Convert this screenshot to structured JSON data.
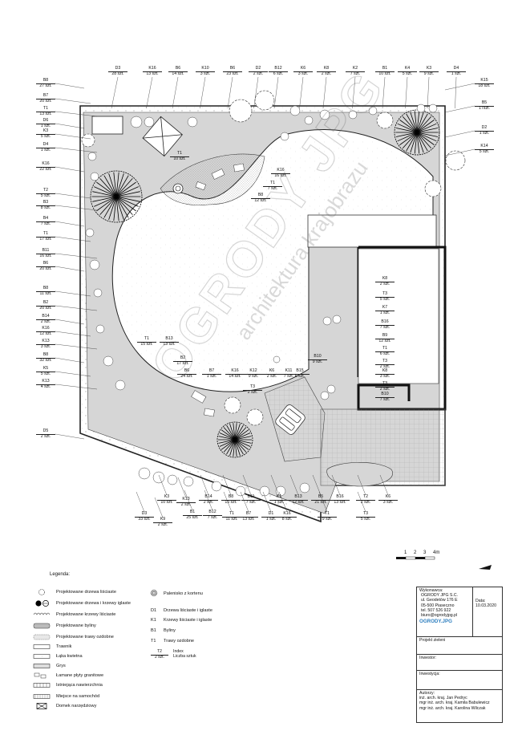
{
  "top_labels": [
    {
      "code": "D3",
      "count": "28 szt."
    },
    {
      "code": "K16",
      "count": "13 szt."
    },
    {
      "code": "B6",
      "count": "14 szt."
    },
    {
      "code": "K10",
      "count": "3 szt."
    },
    {
      "code": "B6",
      "count": "23 szt."
    },
    {
      "code": "D2",
      "count": "2 szt."
    },
    {
      "code": "B12",
      "count": "6 szt."
    },
    {
      "code": "K6",
      "count": "3 szt."
    },
    {
      "code": "K8",
      "count": "2 szt."
    },
    {
      "code": "K2",
      "count": "7 szt."
    },
    {
      "code": "B1",
      "count": "10 szt."
    },
    {
      "code": "K4",
      "count": "5 szt."
    },
    {
      "code": "K3",
      "count": "9 szt."
    },
    {
      "code": "D4",
      "count": "1 szt."
    }
  ],
  "left_labels": [
    {
      "code": "B8",
      "count": "27 szt."
    },
    {
      "code": "B7",
      "count": "20 szt."
    },
    {
      "code": "T1",
      "count": "13 szt."
    },
    {
      "code": "D6",
      "count": "1 szt."
    },
    {
      "code": "K3",
      "count": "5 szt."
    },
    {
      "code": "D4",
      "count": "1 szt."
    },
    {
      "code": "K16",
      "count": "22 szt."
    },
    {
      "code": "T2",
      "count": "5 szt."
    },
    {
      "code": "B3",
      "count": "8 szt."
    },
    {
      "code": "B4",
      "count": "7 szt."
    },
    {
      "code": "T1",
      "count": "17 szt."
    },
    {
      "code": "B11",
      "count": "16 szt."
    },
    {
      "code": "B6",
      "count": "20 szt."
    },
    {
      "code": "B8",
      "count": "11 szt."
    },
    {
      "code": "B2",
      "count": "20 szt."
    },
    {
      "code": "B14",
      "count": "2 szt."
    },
    {
      "code": "K16",
      "count": "12 szt."
    },
    {
      "code": "K13",
      "count": "3 szt."
    },
    {
      "code": "B8",
      "count": "32 szt."
    },
    {
      "code": "K5",
      "count": "5 szt."
    },
    {
      "code": "K13",
      "count": "4 szt."
    },
    {
      "code": "D5",
      "count": "2 szt."
    }
  ],
  "right_labels": [
    {
      "code": "K15",
      "count": "18 szt."
    },
    {
      "code": "B5",
      "count": "17szt."
    },
    {
      "code": "D2",
      "count": "1 szt."
    },
    {
      "code": "K14",
      "count": "5 szt."
    }
  ],
  "bottom_labels": [
    {
      "code": "D3",
      "count": "33 szt."
    },
    {
      "code": "K9",
      "count": "2 szt."
    },
    {
      "code": "K3",
      "count": "10 szt."
    },
    {
      "code": "K13",
      "count": "2 szt."
    },
    {
      "code": "B1",
      "count": "25 szt."
    },
    {
      "code": "B14",
      "count": "2 szt."
    },
    {
      "code": "B12",
      "count": "7 szt."
    },
    {
      "code": "T1",
      "count": "11 szt."
    },
    {
      "code": "B8",
      "count": "15 szt."
    },
    {
      "code": "B7",
      "count": "13 szt."
    },
    {
      "code": "B11",
      "count": "7 szt."
    },
    {
      "code": "D1",
      "count": "1 szt."
    },
    {
      "code": "K1",
      "count": "1 szt."
    },
    {
      "code": "K16",
      "count": "8 szt."
    },
    {
      "code": "B13",
      "count": "12 szt."
    },
    {
      "code": "B5",
      "count": "21 szt."
    },
    {
      "code": "T1",
      "count": "9 szt."
    },
    {
      "code": "B16",
      "count": "13 szt."
    },
    {
      "code": "T2",
      "count": "2 szt."
    },
    {
      "code": "T3",
      "count": "5 szt."
    },
    {
      "code": "K6",
      "count": "3 szt."
    }
  ],
  "inner_labels": [
    {
      "code": "T1",
      "count": "10 szt."
    },
    {
      "code": "K16",
      "count": "16 szt."
    },
    {
      "code": "T1",
      "count": "7 szt."
    },
    {
      "code": "B8",
      "count": "12 szt."
    },
    {
      "code": "K8",
      "count": "2 szt."
    },
    {
      "code": "T3",
      "count": "5 szt."
    },
    {
      "code": "K7",
      "count": "1 szt."
    },
    {
      "code": "B16",
      "count": "7 szt."
    },
    {
      "code": "B9",
      "count": "12 szt."
    },
    {
      "code": "T1",
      "count": "6 szt."
    },
    {
      "code": "T3",
      "count": "2 szt."
    },
    {
      "code": "K8",
      "count": "3 szt."
    },
    {
      "code": "T3",
      "count": "2 szt."
    },
    {
      "code": "B10",
      "count": "7 szt."
    },
    {
      "code": "T1",
      "count": "15 szt."
    },
    {
      "code": "B13",
      "count": "13 szt."
    },
    {
      "code": "B2",
      "count": "17 szt."
    },
    {
      "code": "B6",
      "count": "24 szt."
    },
    {
      "code": "B7",
      "count": "1 szt."
    },
    {
      "code": "K16",
      "count": "14 szt."
    },
    {
      "code": "K12",
      "count": "9 szt."
    },
    {
      "code": "T3",
      "count": "2 szt."
    },
    {
      "code": "K6",
      "count": "2 szt."
    },
    {
      "code": "K11",
      "count": "7 szt."
    },
    {
      "code": "B10",
      "count": "9 szt."
    },
    {
      "code": "B15",
      "count": "6 szt."
    }
  ],
  "watermark": {
    "brand": "OGRODY JPG",
    "tagline": "architektura krajobrazu"
  },
  "scale": {
    "ticks": [
      "1",
      "2",
      "3",
      "4m"
    ]
  },
  "legend": {
    "title": "Legenda:",
    "items": [
      "Projektowane drzewa liściaste",
      "Projektowane drzewa i krzewy iglaste",
      "Projektowane krzewy liściaste",
      "Projektowane byliny",
      "Projektowane trawy ozdobne",
      "Trawnik",
      "Łąka kwietna",
      "Grys",
      "Łamane płyty granitowe",
      "Istniejąca nawierzchnia",
      "Miejsce na samochód",
      "Domek narzędziowy"
    ],
    "right_items": [
      {
        "key": "",
        "text": "Palenisko z kortenu"
      },
      {
        "key": "D1",
        "text": "Drzewa liściaste i iglaste"
      },
      {
        "key": "K1",
        "text": "Krzewy liściaste i iglaste"
      },
      {
        "key": "B1",
        "text": "Byliny"
      },
      {
        "key": "T1",
        "text": "Trawy ozdobne"
      }
    ],
    "index_sample": {
      "code": "T2",
      "count": "2 szt."
    },
    "index_text": {
      "line1": "Index",
      "line2": "Liczba sztuk"
    }
  },
  "title_block": {
    "contractor_label": "Wykonawca:",
    "contractor_lines": [
      "OGRODY JPG S.C.",
      "ul. Geodetów 176 E",
      "05-500 Piaseczno",
      "tel. 507 526 922",
      "biuro@ogrodyjpg.pl"
    ],
    "logo_text": "OGRODY.JPG",
    "date_label": "Data:",
    "date_value": "10.03.2020",
    "project_label": "Projekt zieleni",
    "investor_label": "Inwestor:",
    "investment_label": "Inwestycja:",
    "authors_label": "Autorzy:",
    "authors": [
      "inż. arch. kraj. Jan Pedryc",
      "mgr inż. arch. kraj. Kamila Babulewicz",
      "mgr inż. arch. kraj. Karolina Wilczak"
    ]
  }
}
